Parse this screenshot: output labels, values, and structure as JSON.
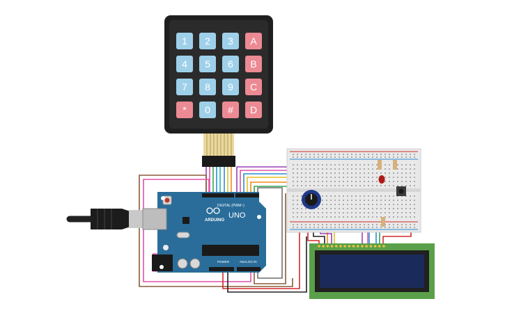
{
  "keypad": {
    "rows": [
      [
        {
          "label": "1",
          "kind": "num"
        },
        {
          "label": "2",
          "kind": "num"
        },
        {
          "label": "3",
          "kind": "num"
        },
        {
          "label": "A",
          "kind": "letter"
        }
      ],
      [
        {
          "label": "4",
          "kind": "num"
        },
        {
          "label": "5",
          "kind": "num"
        },
        {
          "label": "6",
          "kind": "num"
        },
        {
          "label": "B",
          "kind": "letter"
        }
      ],
      [
        {
          "label": "7",
          "kind": "num"
        },
        {
          "label": "8",
          "kind": "num"
        },
        {
          "label": "9",
          "kind": "num"
        },
        {
          "label": "C",
          "kind": "letter"
        }
      ],
      [
        {
          "label": "*",
          "kind": "letter"
        },
        {
          "label": "0",
          "kind": "num"
        },
        {
          "label": "#",
          "kind": "letter"
        },
        {
          "label": "D",
          "kind": "letter"
        }
      ]
    ],
    "colors": {
      "num": "#9fd0ea",
      "letter": "#ec8a94",
      "body": "#1f1f1f"
    }
  },
  "arduino": {
    "brand": "ARDUINO",
    "model": "UNO",
    "digital_label": "DIGITAL (PWM~)",
    "power_label": "POWER",
    "analog_label": "ANALOG IN",
    "board_color": "#2a6d9a"
  },
  "breadboard": {
    "color": "#e9e9e9"
  },
  "lcd": {
    "pcb_color": "#5aa04a",
    "screen_color": "#1a2a5a"
  },
  "wire_colors": {
    "red": "#d4292b",
    "orange": "#f08a1a",
    "yellow": "#e8c01a",
    "green": "#32a852",
    "blue": "#2a8ad6",
    "purple": "#9b3fb6",
    "pink": "#e050a8",
    "brown": "#8a5a3a",
    "gray": "#6f6f6f",
    "black": "#202020",
    "teal": "#22b5b5"
  }
}
